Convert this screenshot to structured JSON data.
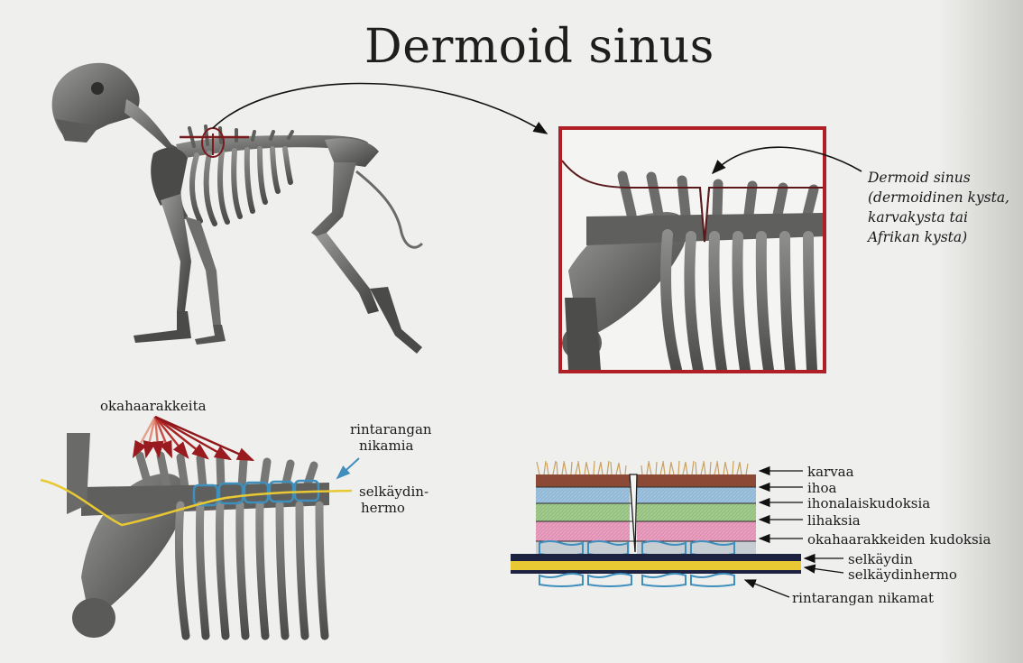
{
  "title": "Dermoid sinus",
  "callout": {
    "lines": [
      "Dermoid sinus",
      "(dermoidinen kysta,",
      "karvakysta tai",
      "Afrikan kysta)"
    ]
  },
  "spine_panel": {
    "spines_label": "okahaarakkeita",
    "vertebrae_label_line1": "rintarangan",
    "vertebrae_label_line2": "nikamia",
    "nerve_label_line1": "selkäydin-",
    "nerve_label_line2": "hermo"
  },
  "layers": [
    "karvaa",
    "ihoa",
    "ihonalaiskudoksia",
    "lihaksia",
    "okahaarakkeiden kudoksia",
    "selkäydin",
    "selkäydinhermo",
    "rintarangan nikamat"
  ],
  "colors": {
    "frame_red": "#b01f25",
    "nerve_yellow": "#e8c833",
    "vertebra_blue": "#3f8fbd",
    "skin_brown": "#8c4a36",
    "subcutis_blue": "#8fb7d6",
    "muscle_green": "#92c07d",
    "spine_tissue_pink": "#e18fb3",
    "spinal_cord_navy": "#1c2240"
  }
}
